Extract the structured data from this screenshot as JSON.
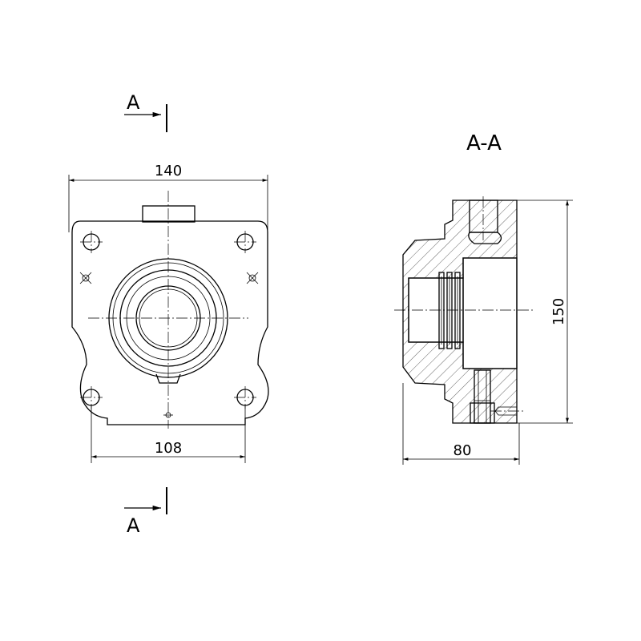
{
  "section_marks": {
    "top_letter": "A",
    "bottom_letter": "A",
    "section_title": "A-A"
  },
  "dimensions": {
    "overall_width": "140",
    "hole_spacing": "108",
    "height": "150",
    "depth": "80"
  },
  "colors": {
    "line": "#000000",
    "background": "#ffffff"
  }
}
